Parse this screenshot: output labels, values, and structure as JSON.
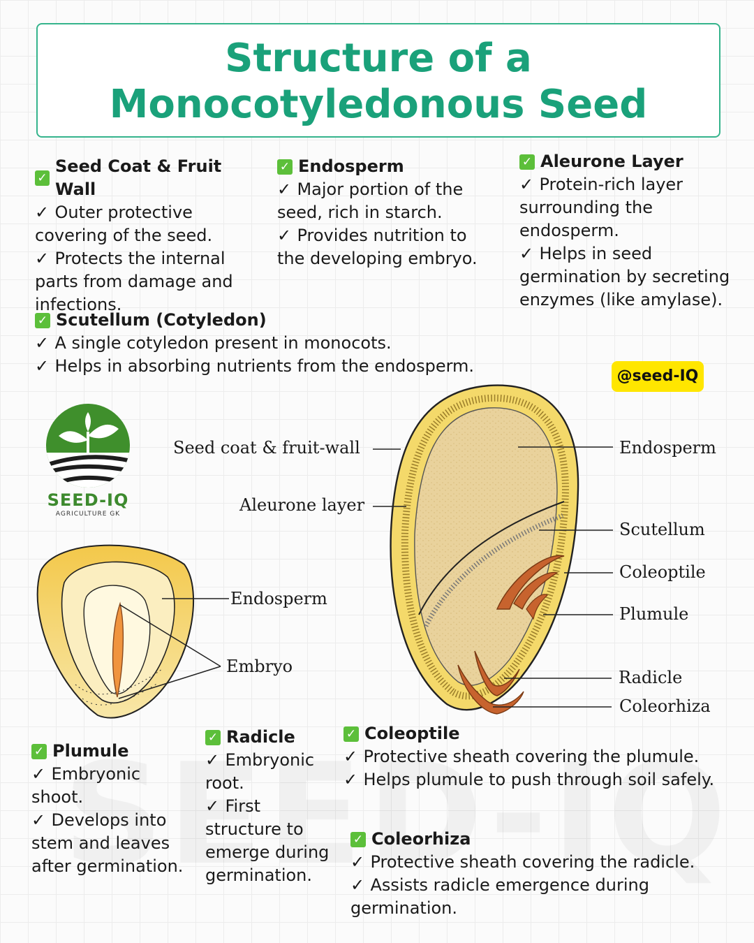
{
  "title": {
    "line1": "Structure of a",
    "line2": "Monocotyledonous Seed"
  },
  "sections": {
    "seed_coat": {
      "heading": "Seed Coat & Fruit Wall",
      "points": [
        "Outer protective covering of the seed.",
        "Protects the internal parts from damage and infections."
      ]
    },
    "endosperm": {
      "heading": "Endosperm",
      "points": [
        "Major portion of the seed, rich in starch.",
        "Provides nutrition to the developing embryo."
      ]
    },
    "aleurone": {
      "heading": "Aleurone Layer",
      "points": [
        "Protein-rich layer surrounding the endosperm.",
        "Helps in seed germination by secreting enzymes (like amylase)."
      ]
    },
    "scutellum": {
      "heading": "Scutellum (Cotyledon)",
      "points": [
        "A single cotyledon present in monocots.",
        "Helps in absorbing nutrients from the endosperm."
      ]
    },
    "plumule": {
      "heading": "Plumule",
      "points": [
        "Embryonic shoot.",
        "Develops into stem and leaves after germination."
      ]
    },
    "radicle": {
      "heading": "Radicle",
      "points": [
        "Embryonic root.",
        "First structure to emerge during germination."
      ]
    },
    "coleoptile": {
      "heading": "Coleoptile",
      "points": [
        "Protective sheath covering the plumule.",
        "Helps plumule to push through soil safely."
      ]
    },
    "coleorhiza": {
      "heading": "Coleorhiza",
      "points": [
        "Protective sheath covering the radicle.",
        "Assists radicle emergence during germination."
      ]
    }
  },
  "badge": "@seed-IQ",
  "logo": {
    "brand": "SEED-IQ",
    "subtitle": "AGRICULTURE GK"
  },
  "watermark": "SEED-IQ",
  "diagram_labels": {
    "seed_coat": "Seed coat & fruit-wall",
    "aleurone": "Aleurone layer",
    "endosperm_small": "Endosperm",
    "embryo": "Embryo",
    "endosperm": "Endosperm",
    "scutellum": "Scutellum",
    "coleoptile": "Coleoptile",
    "plumule": "Plumule",
    "radicle": "Radicle",
    "coleorhiza": "Coleorhiza"
  },
  "colors": {
    "accent": "#1aa17a",
    "check": "#5cbf3a",
    "badge": "#ffe600",
    "endosperm": "#e9d29c",
    "coat": "#f2cf52",
    "embryo": "#b85a2a"
  }
}
